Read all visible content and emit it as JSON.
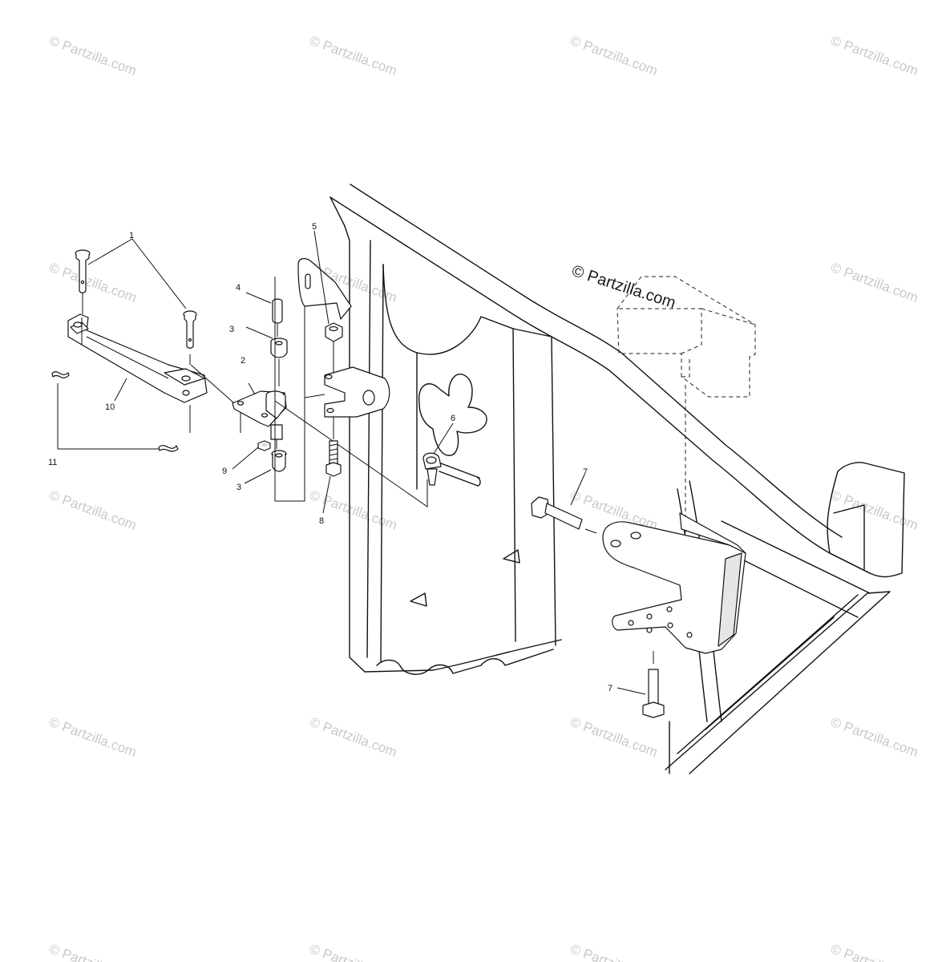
{
  "diagram": {
    "watermark_text": "© Partzilla.com",
    "center_watermark_text": "© Partzilla.com",
    "callouts": [
      {
        "id": "c1",
        "label": "1"
      },
      {
        "id": "c2",
        "label": "2"
      },
      {
        "id": "c3a",
        "label": "3"
      },
      {
        "id": "c3b",
        "label": "3"
      },
      {
        "id": "c4",
        "label": "4"
      },
      {
        "id": "c5",
        "label": "5"
      },
      {
        "id": "c6",
        "label": "6"
      },
      {
        "id": "c7a",
        "label": "7"
      },
      {
        "id": "c7b",
        "label": "7"
      },
      {
        "id": "c8",
        "label": "8"
      },
      {
        "id": "c9",
        "label": "9"
      },
      {
        "id": "c10",
        "label": "10"
      },
      {
        "id": "c11",
        "label": "11"
      }
    ]
  }
}
